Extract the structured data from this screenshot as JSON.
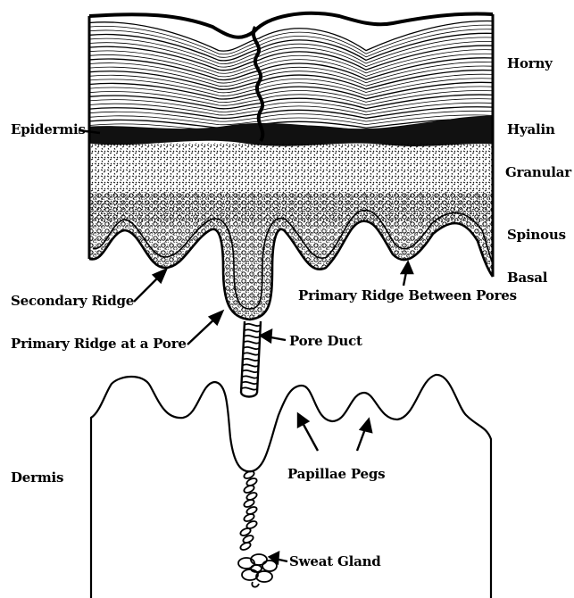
{
  "diagram": {
    "epidermis_layers": {
      "horny": "Horny",
      "hyalin": "Hyalin",
      "granular": "Granular",
      "spinous": "Spinous",
      "basal": "Basal"
    },
    "labels": {
      "epidermis": "Epidermis",
      "dermis": "Dermis",
      "secondary_ridge": "Secondary Ridge",
      "primary_ridge_between_pores": "Primary Ridge Between Pores",
      "primary_ridge_at_pore": "Primary Ridge at a Pore",
      "pore_duct": "Pore Duct",
      "papillae_pegs": "Papillae Pegs",
      "sweat_gland": "Sweat Gland"
    },
    "colors": {
      "ink": "#000000",
      "paper": "#ffffff"
    }
  }
}
